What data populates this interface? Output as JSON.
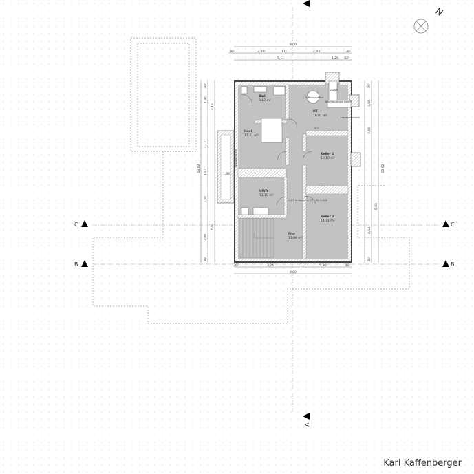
{
  "plan": {
    "rooms": [
      {
        "name": "Bad",
        "area": "6,12 m²"
      },
      {
        "name": "HT",
        "area": "16,01 m²"
      },
      {
        "name": "Gast",
        "area": "17,31 m²"
      },
      {
        "name": "Keller 1",
        "area": "10,10 m²"
      },
      {
        "name": "HWR",
        "area": "12,10 m²"
      },
      {
        "name": "Keller 2",
        "area": "14,72 m²"
      },
      {
        "name": "Flur",
        "area": "13,86 m²"
      }
    ],
    "annotations": {
      "notausstieg": "Notausstieg",
      "zuluft": "Zuluft",
      "waermepumpe": "Wärmepumpe Abluft",
      "pufferspeicher": "Pufferspeicher",
      "hausanschluss": "Hausanschluss",
      "level": "-2,87 entspricht: 171,80 ü.N.N",
      "window_width": "1,36",
      "hvac_label": "SLV"
    },
    "dimensions": {
      "top_total": "8,00",
      "top_row2": [
        "36²",
        "3,84²",
        "11⁵",
        "4,43",
        "36²"
      ],
      "top_row3": [
        "5,11",
        "1,26",
        "82⁵"
      ],
      "bottom_row1": [
        "36²",
        "3,24",
        "11⁵",
        "5,36⁵",
        "36²"
      ],
      "bottom_total": "8,00",
      "left_total": "13,02",
      "left_row": [
        "36²",
        "1,97",
        "4,12",
        "1,82",
        "3,00",
        "2,88",
        "36²"
      ],
      "left_row2": [
        "4,15",
        "4,40"
      ],
      "right_total": "13,02",
      "right_row": [
        "36²",
        "3,56",
        "3,68",
        "8,65",
        "4,54",
        "36²"
      ]
    },
    "section_markers": {
      "a": "A",
      "b": "B",
      "c": "C"
    },
    "north": "N"
  },
  "signature": "Karl Kaffenberger"
}
